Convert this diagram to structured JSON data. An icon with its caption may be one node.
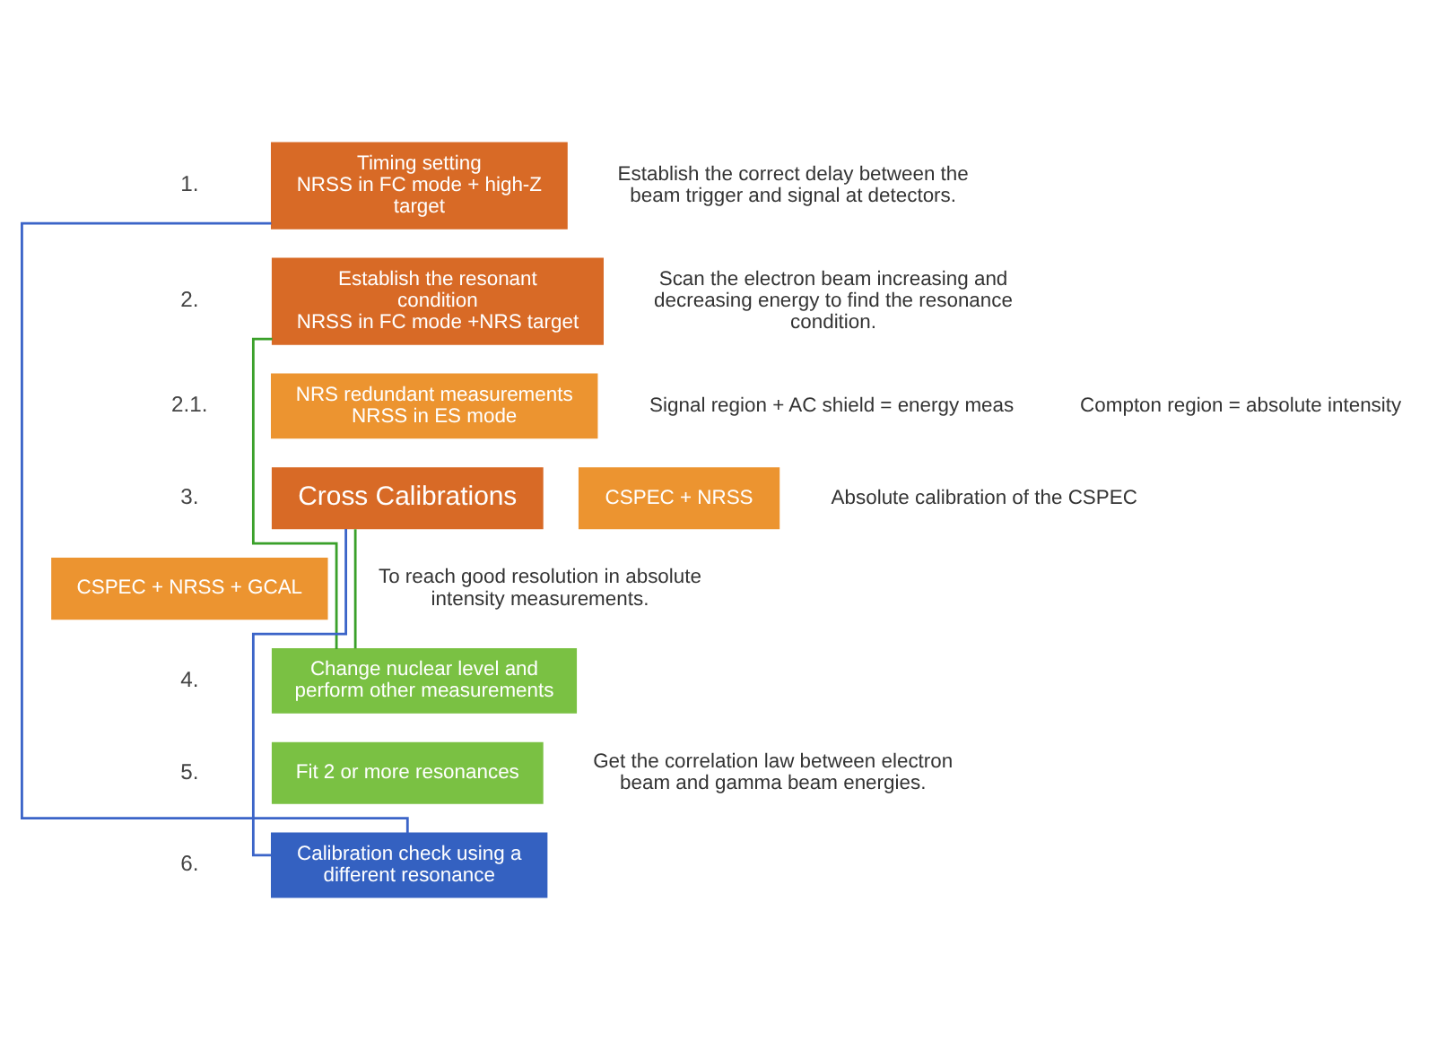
{
  "diagram": {
    "nodes": [
      {
        "text": [
          "Timing setting",
          "NRSS in FC mode + high-Z target"
        ],
        "beside": [
          "Establish the correct delay between the beam trigger and signal at detectors."
        ]
      },
      {
        "text": [
          "Establish the resonant condition",
          "NRSS in FC mode +NRS target"
        ],
        "beside": [
          "Scan the electron beam increasing and decreasing energy to find the resonance condition."
        ]
      },
      {
        "text": [
          "NRS redundant measurements",
          "NRSS in ES mode"
        ],
        "beside": [
          "Signal region + AC shield = energy meas",
          "Compton region = absolute intensity"
        ]
      },
      {
        "text": [
          "Cross Calibrations"
        ]
      },
      {
        "text": [
          "CSPEC + NRSS"
        ],
        "beside": [
          "Absolute calibration of the CSPEC"
        ]
      },
      {
        "text": [
          "CSPEC + NRSS + GCAL"
        ],
        "beside": [
          "To reach good resolution in absolute intensity measurements."
        ]
      },
      {
        "text": [
          "Change nuclear level and perform other measurements"
        ]
      },
      {
        "text": [
          "Fit 2 or more resonances"
        ],
        "beside": [
          "Get the correlation law between electron beam and gamma beam energies."
        ]
      },
      {
        "text": [
          "Calibration check using a different resonance"
        ]
      }
    ],
    "edges": [
      {
        "from": 0,
        "to": 8,
        "arrow": "none",
        "color": "#3b64c8"
      },
      {
        "from": 3,
        "to": 8,
        "arrow": "none",
        "color": "#3b64c8"
      },
      {
        "from": 1,
        "to": 6,
        "arrow": "none",
        "color": "#3aa02a"
      },
      {
        "from": 3,
        "to": 6,
        "arrow": "none",
        "color": "#3aa02a"
      }
    ],
    "labels": [
      "1.",
      "2.",
      "2.1.",
      "3.",
      "4.",
      "5.",
      "6."
    ]
  }
}
